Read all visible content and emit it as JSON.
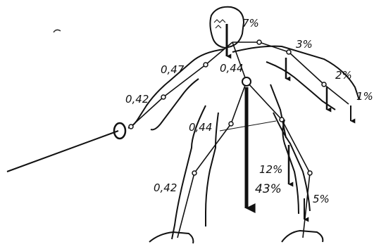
{
  "colors": {
    "ink": "#111111",
    "background": "#ffffff"
  },
  "labels": {
    "head_percent": "7%",
    "upper_arm_percent": "3%",
    "forearm_percent": "2%",
    "hand_percent": "1%",
    "upper_arm_ratio": "0,47",
    "trunk_ratio": "0,44",
    "forearm_ratio": "0,42",
    "thigh_ratio": "0,44",
    "shank_ratio": "0,42",
    "thigh_percent": "12%",
    "body_percent": "43%",
    "shank_percent": "5%"
  }
}
